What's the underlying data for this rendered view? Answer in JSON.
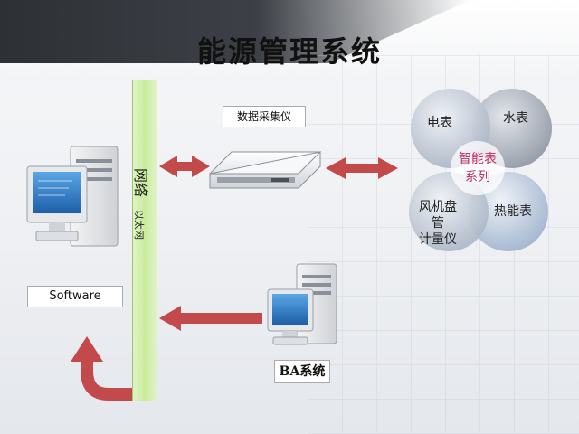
{
  "title": "能源管理系统",
  "network": {
    "label": "网络",
    "sublabel": "以太网"
  },
  "software_label": "Software",
  "collector_label": "数据采集仪",
  "ba_label": "BA系统",
  "meters": {
    "electric": "电表",
    "water": "水表",
    "heat": "热能表",
    "fan_coil_line1": "风机盘管",
    "fan_coil_line2": "计量仪",
    "smart_line1": "智能表",
    "smart_line2": "系列"
  },
  "colors": {
    "arrow": "#c24a4a",
    "network_bar": "#c9ec9b",
    "smart_text": "#c0306a"
  }
}
